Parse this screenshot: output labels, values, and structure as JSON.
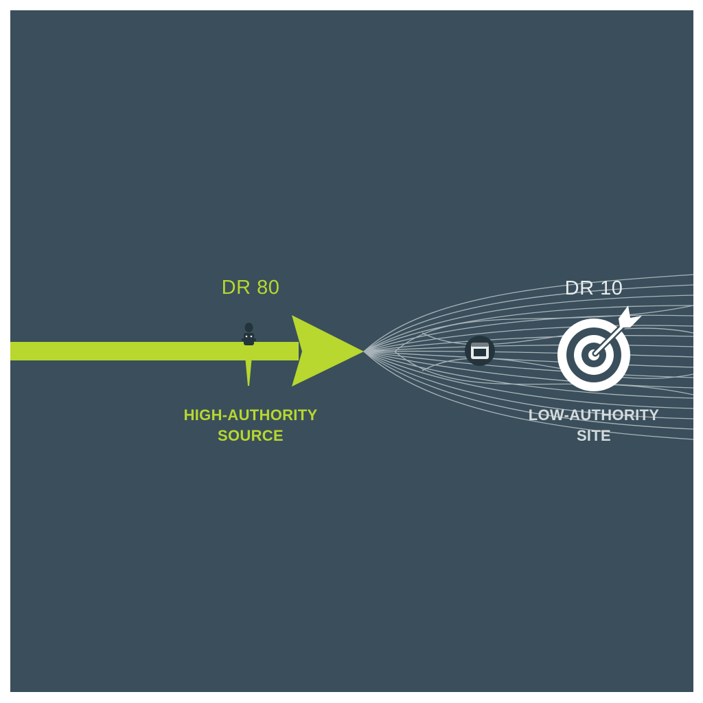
{
  "colors": {
    "background": "#3a4f5b",
    "accent": "#b8d72f",
    "light": "#e8ecee",
    "muted": "#d5dbde"
  },
  "source": {
    "rating": "DR 80",
    "caption_line1": "HIGH-AUTHORITY",
    "caption_line2": "SOURCE",
    "icon": "torch-icon"
  },
  "target": {
    "rating": "DR 10",
    "caption_line1": "LOW-AUTHORITY",
    "caption_line2": "SITE",
    "icon": "target-icon"
  },
  "midpoint": {
    "icon": "browser-window-icon"
  }
}
